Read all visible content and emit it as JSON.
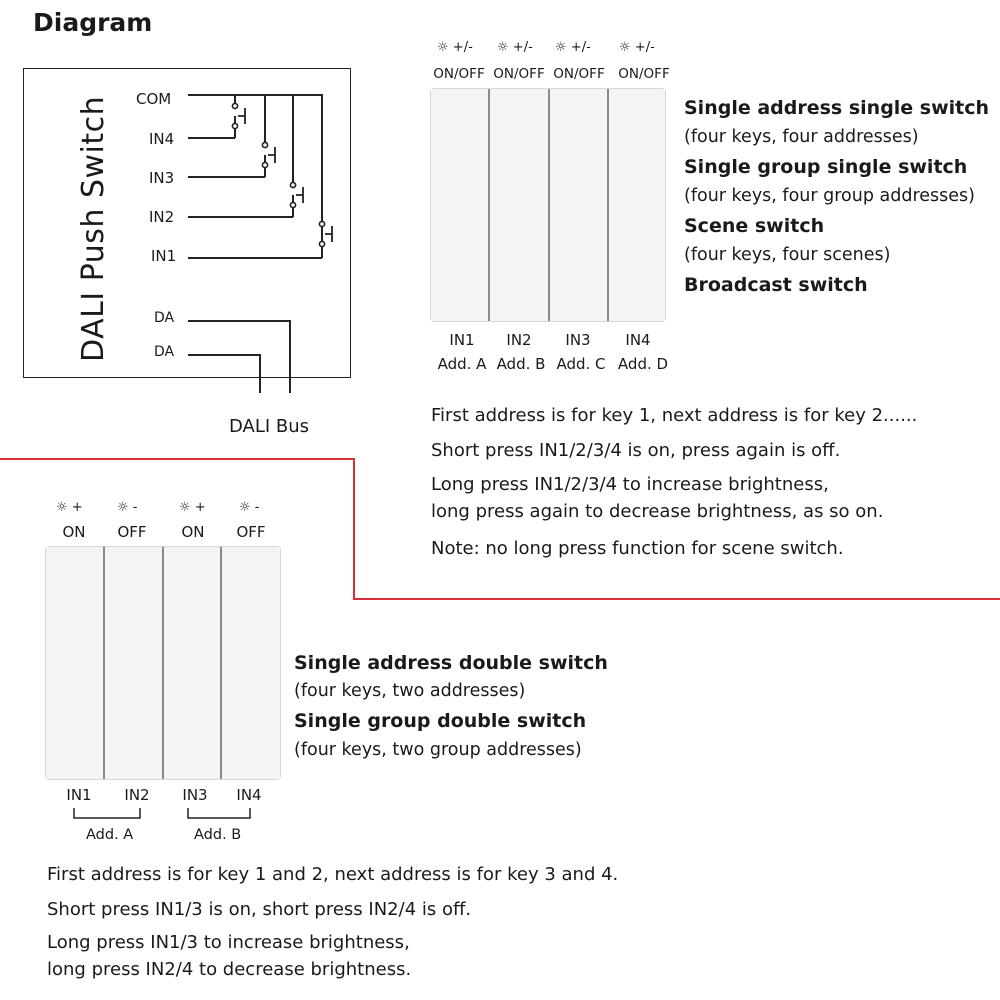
{
  "title": "Diagram",
  "device": {
    "name": "DALI Push Switch",
    "terminals": [
      "COM",
      "IN4",
      "IN3",
      "IN2",
      "IN1",
      "DA",
      "DA"
    ],
    "bus_label": "DALI Bus"
  },
  "top_panel": {
    "icon_label": "+/-",
    "key_functions": [
      "ON/OFF",
      "ON/OFF",
      "ON/OFF",
      "ON/OFF"
    ],
    "inputs": [
      "IN1",
      "IN2",
      "IN3",
      "IN4"
    ],
    "addresses": [
      "Add. A",
      "Add. B",
      "Add. C",
      "Add. D"
    ],
    "modes": [
      {
        "title": "Single address single switch",
        "note": "(four keys, four addresses)"
      },
      {
        "title": "Single group single switch",
        "note": "(four keys, four group addresses)"
      },
      {
        "title": "Scene switch",
        "note": "(four keys, four scenes)"
      },
      {
        "title": "Broadcast switch",
        "note": ""
      }
    ],
    "instructions": [
      "First address is for key 1, next address is for key 2......",
      "Short press IN1/2/3/4 is on, press again is off.",
      "Long press IN1/2/3/4 to increase brightness,",
      "long press again to decrease brightness, as so on.",
      "Note: no long press function for scene switch."
    ]
  },
  "bottom_panel": {
    "icon_labels": [
      "+",
      "-",
      "+",
      "-"
    ],
    "key_functions": [
      "ON",
      "OFF",
      "ON",
      "OFF"
    ],
    "inputs": [
      "IN1",
      "IN2",
      "IN3",
      "IN4"
    ],
    "addresses": [
      "Add. A",
      "Add. B"
    ],
    "modes": [
      {
        "title": "Single address double switch",
        "note": "(four keys, two addresses)"
      },
      {
        "title": "Single group double switch",
        "note": "(four keys, two group addresses)"
      }
    ],
    "instructions": [
      "First address is for key 1 and 2, next address is for key 3 and 4.",
      "Short press IN1/3 is on, short press IN2/4 is off.",
      "Long press IN1/3 to increase brightness,",
      "long press IN2/4 to decrease brightness."
    ]
  },
  "colors": {
    "divider": "#d6313b",
    "text": "#1a1a1a",
    "panel": "#f4f4f4",
    "key_gap": "#8a8a8a"
  },
  "icons": {
    "brightness": "sun-icon"
  }
}
